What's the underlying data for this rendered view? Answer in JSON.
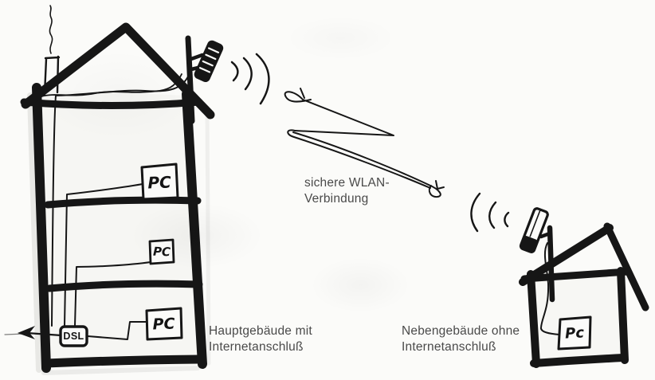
{
  "colors": {
    "ink": "#161616",
    "paper": "#fbfbf9",
    "caption_text": "#4a4a4a"
  },
  "main_building": {
    "caption": [
      "Hauptgebäude mit",
      "Internetanschluß"
    ],
    "pc_labels": [
      "PC",
      "PC",
      "PC"
    ],
    "dsl_label": "DSL"
  },
  "outbuilding": {
    "caption": [
      "Nebengebäude ohne",
      "Internetanschluß"
    ],
    "pc_label": "Pc"
  },
  "wlan_link": {
    "caption": [
      "sichere WLAN-",
      "Verbindung"
    ]
  }
}
